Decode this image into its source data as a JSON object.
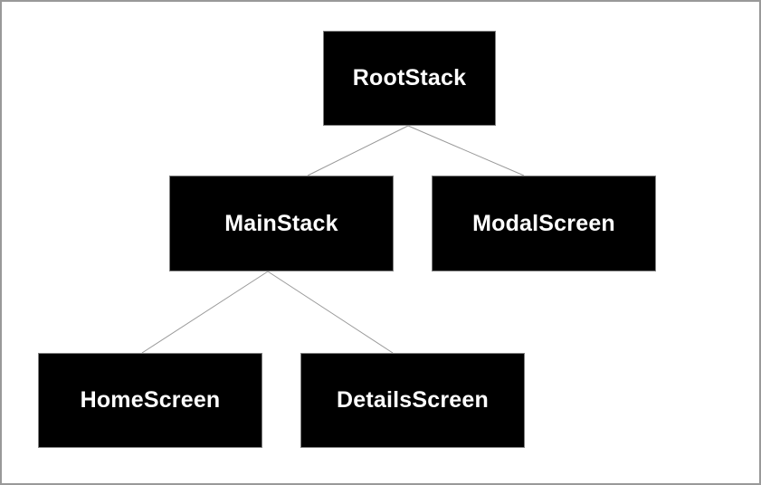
{
  "diagram": {
    "type": "tree",
    "nodes": {
      "rootstack": {
        "label": "RootStack"
      },
      "mainstack": {
        "label": "MainStack"
      },
      "modalscreen": {
        "label": "ModalScreen"
      },
      "homescreen": {
        "label": "HomeScreen"
      },
      "detailsscreen": {
        "label": "DetailsScreen"
      }
    },
    "edges": [
      {
        "from": "RootStack",
        "to": "MainStack"
      },
      {
        "from": "RootStack",
        "to": "ModalScreen"
      },
      {
        "from": "MainStack",
        "to": "HomeScreen"
      },
      {
        "from": "MainStack",
        "to": "DetailsScreen"
      }
    ],
    "colors": {
      "node_fill": "#000000",
      "node_text": "#ffffff",
      "node_border": "#808080",
      "edge_color": "#999999",
      "background": "#ffffff",
      "frame_border": "#999999"
    }
  }
}
